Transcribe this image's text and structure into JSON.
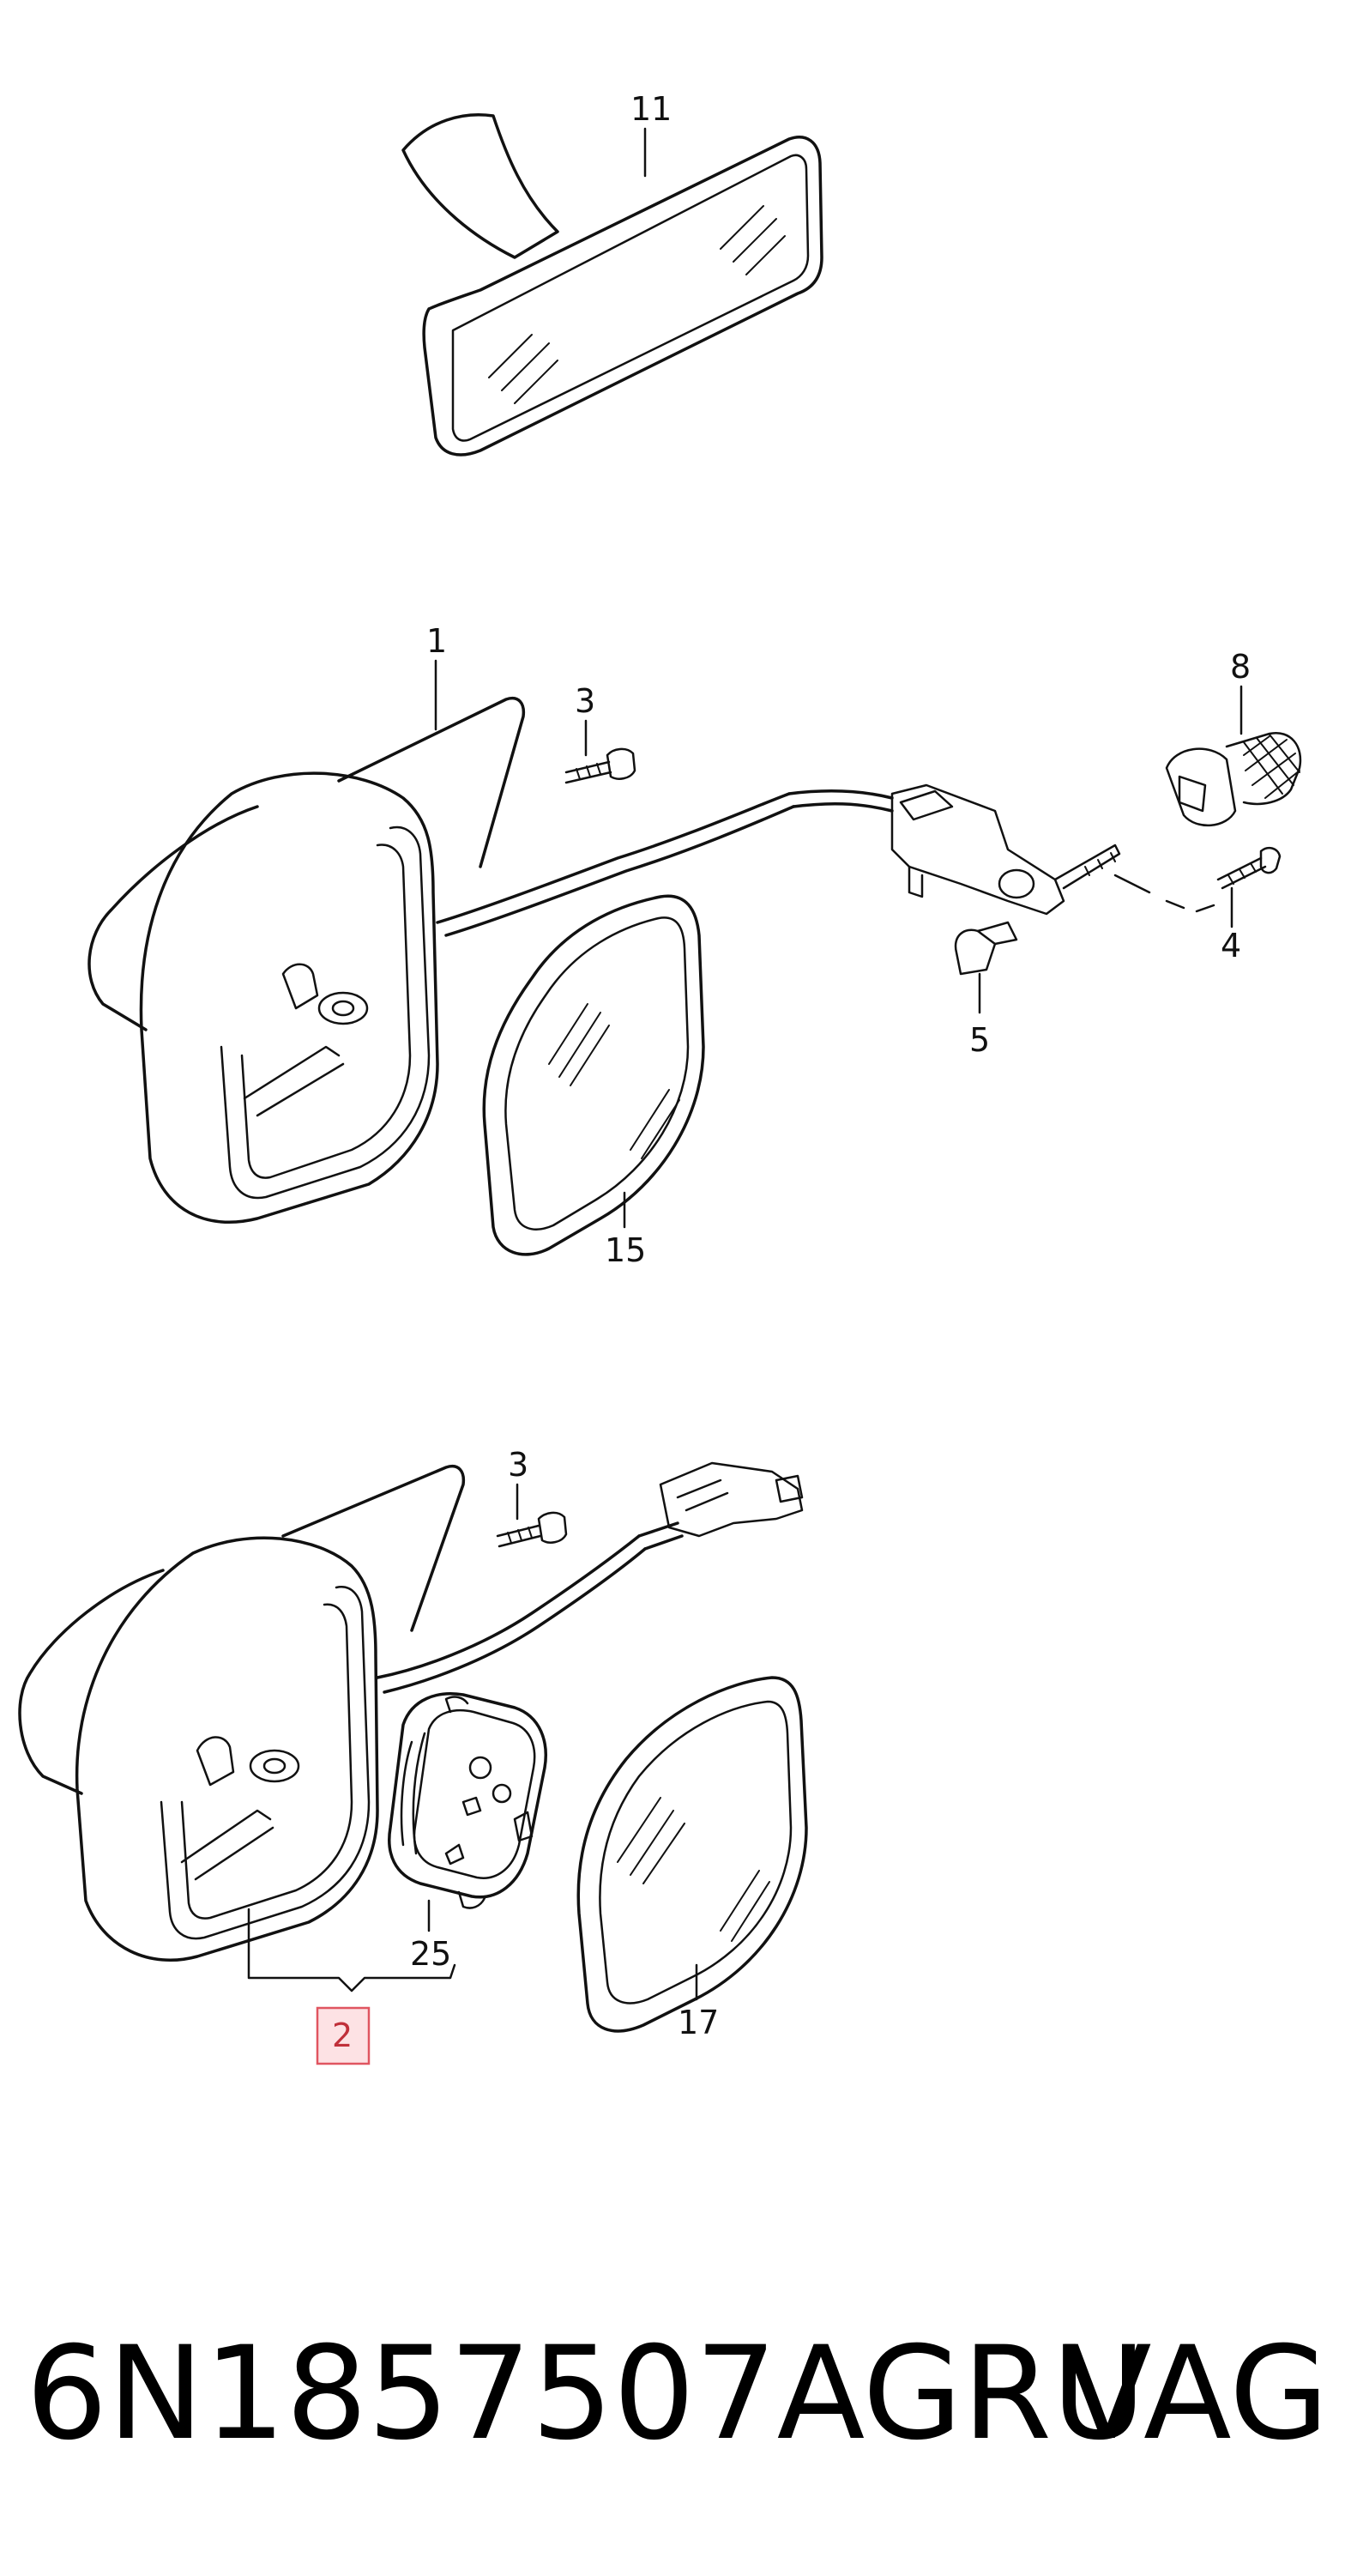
{
  "callouts": {
    "c11": "11",
    "c1": "1",
    "c3a": "3",
    "c8": "8",
    "c4": "4",
    "c5": "5",
    "c15": "15",
    "c3b": "3",
    "c25": "25",
    "c17": "17",
    "c2": "2"
  },
  "caption": {
    "part_number": "6N1857507AGRU",
    "brand": "VAG"
  },
  "colors": {
    "highlight_fill": "#fde2e4",
    "highlight_stroke": "#e05560"
  }
}
